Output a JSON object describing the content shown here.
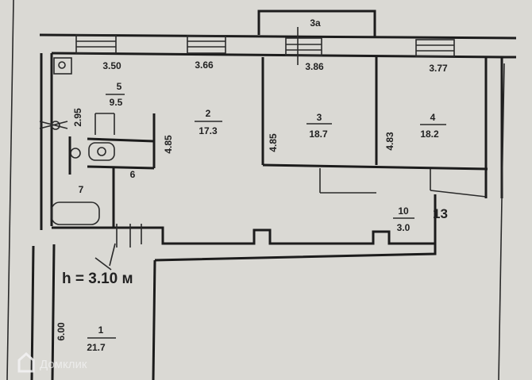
{
  "plan": {
    "ceiling_height": "h = 3.10 м",
    "rooms": [
      {
        "id": "1",
        "area": "21.7"
      },
      {
        "id": "2",
        "area": "17.3"
      },
      {
        "id": "3",
        "area": "18.7"
      },
      {
        "id": "4",
        "area": "18.2"
      },
      {
        "id": "5",
        "area": "9.5"
      },
      {
        "id": "10",
        "area": "3.0"
      }
    ],
    "room_numbers": {
      "r6": "6",
      "r7": "7",
      "r13": "13",
      "r3a": "3a"
    },
    "dimensions": {
      "d350": "3.50",
      "d366": "3.66",
      "d386": "3.86",
      "d377": "3.77",
      "d295": "2.95",
      "d485a": "4.85",
      "d485b": "4.85",
      "d483": "4.83",
      "d600": "6.00"
    }
  },
  "watermark": "Домклик"
}
